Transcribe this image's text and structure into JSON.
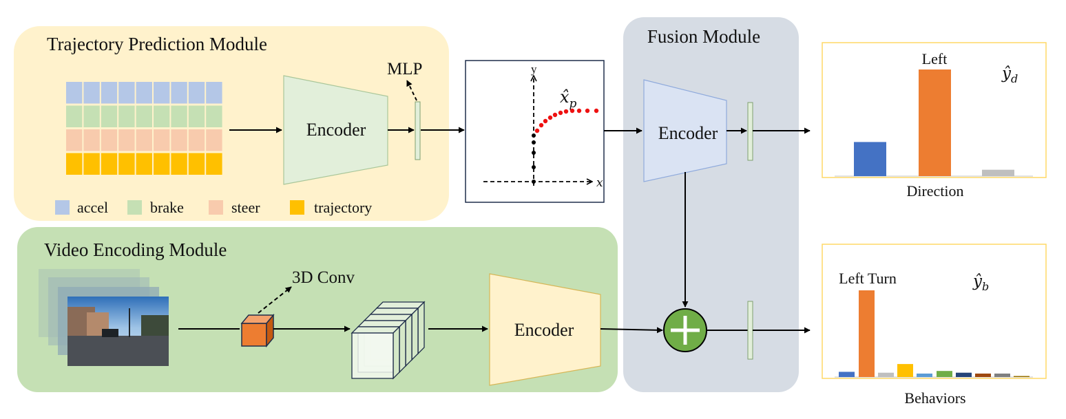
{
  "modules": {
    "trajectory": {
      "title": "Trajectory Prediction Module",
      "encoder_label": "Encoder",
      "mlp_label": "MLP"
    },
    "video": {
      "title": "Video Encoding Module",
      "conv_label": "3D Conv",
      "encoder_label": "Encoder"
    },
    "fusion": {
      "title": "Fusion Module",
      "encoder_label": "Encoder"
    }
  },
  "legend": [
    {
      "label": "accel",
      "color": "#b4c7e7"
    },
    {
      "label": "brake",
      "color": "#c5e0b4"
    },
    {
      "label": "steer",
      "color": "#f8cbad"
    },
    {
      "label": "trajectory",
      "color": "#ffc000"
    }
  ],
  "plot": {
    "y_label": "y",
    "x_label": "x",
    "pred_label": "x̂",
    "pred_sub": "p"
  },
  "outputs": {
    "direction": {
      "caption": "Direction",
      "top_label": "Left",
      "symbol": "ŷ",
      "symbol_sub": "d",
      "values": [
        0.32,
        1.0,
        0.06
      ],
      "colors": [
        "#4472c4",
        "#ed7d31",
        "#bfbfbf"
      ]
    },
    "behaviors": {
      "caption": "Behaviors",
      "top_label": "Left Turn",
      "symbol": "ŷ",
      "symbol_sub": "b",
      "values": [
        0.06,
        1.0,
        0.05,
        0.15,
        0.04,
        0.07,
        0.05,
        0.04,
        0.04,
        0.01
      ],
      "colors": [
        "#4472c4",
        "#ed7d31",
        "#bfbfbf",
        "#ffc000",
        "#5b9bd5",
        "#70ad47",
        "#264478",
        "#9e480e",
        "#7f7f7f",
        "#997300"
      ]
    }
  }
}
